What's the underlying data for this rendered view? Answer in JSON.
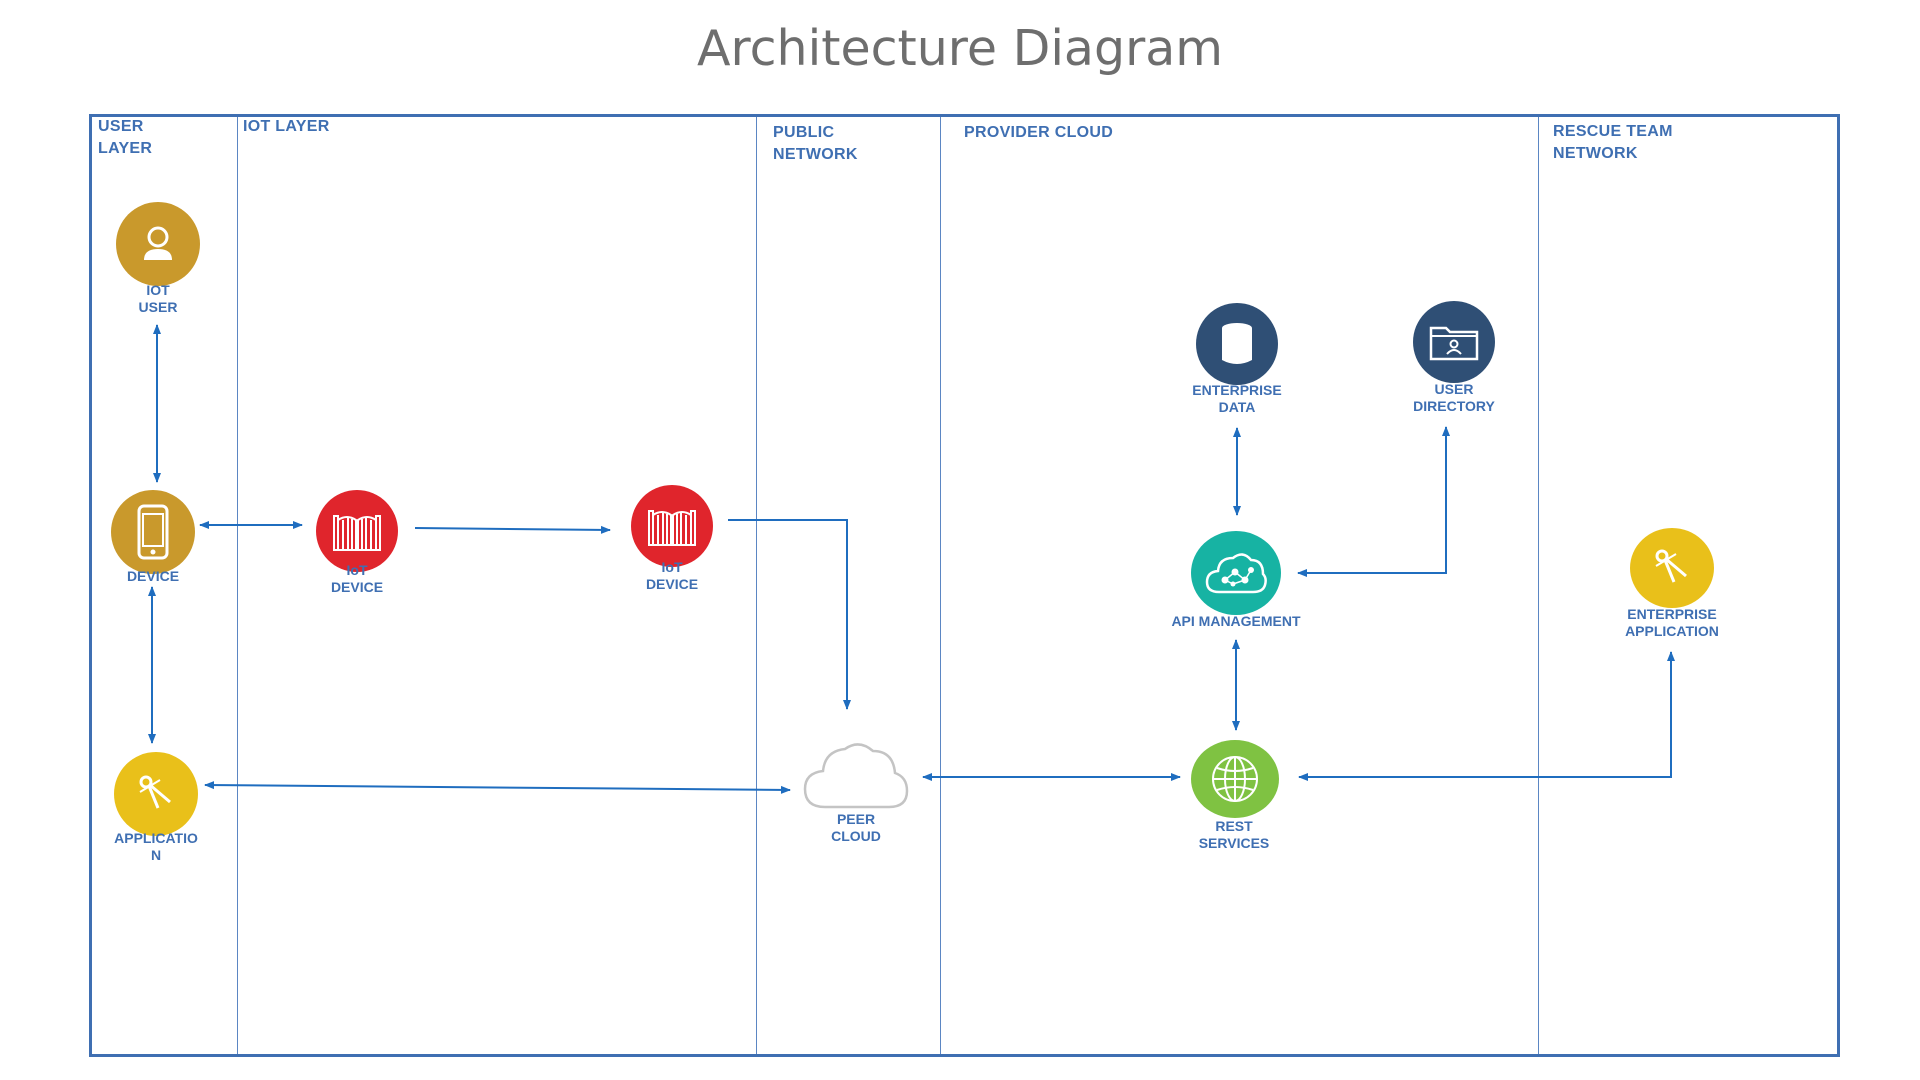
{
  "title": "Architecture Diagram",
  "colors": {
    "frame": "#3f6fb2",
    "arrow": "#1f6dbf",
    "gold": "#c9992c",
    "red": "#e0252c",
    "teal": "#17b3a3",
    "green": "#7fc242",
    "yellow": "#e9c01a",
    "navy": "#2f4f75"
  },
  "lanes": [
    {
      "label_line1": "USER",
      "label_line2": "LAYER"
    },
    {
      "label_line1": "IOT LAYER",
      "label_line2": ""
    },
    {
      "label_line1": "PUBLIC",
      "label_line2": "NETWORK"
    },
    {
      "label_line1": "PROVIDER CLOUD",
      "label_line2": ""
    },
    {
      "label_line1": "RESCUE TEAM",
      "label_line2": "NETWORK"
    }
  ],
  "nodes": {
    "iot_user": {
      "icon": "user-icon",
      "line1": "IOT",
      "line2": "USER"
    },
    "device": {
      "icon": "smartphone-icon",
      "line1": "DEVICE",
      "line2": ""
    },
    "application": {
      "icon": "compass-tool-icon",
      "line1": "APPLICATIO",
      "line2": "N"
    },
    "iot_device_1": {
      "icon": "gate-icon",
      "line1": "IoT",
      "line2": "DEVICE"
    },
    "iot_device_2": {
      "icon": "gate-icon",
      "line1": "IoT",
      "line2": "DEVICE"
    },
    "peer_cloud": {
      "icon": "cloud-icon",
      "line1": "PEER",
      "line2": "CLOUD"
    },
    "enterprise_data": {
      "icon": "database-icon",
      "line1": "ENTERPRISE",
      "line2": "DATA"
    },
    "user_directory": {
      "icon": "folder-user-icon",
      "line1": "USER",
      "line2": "DIRECTORY"
    },
    "api_management": {
      "icon": "cloud-network-icon",
      "line1": "API MANAGEMENT",
      "line2": ""
    },
    "rest_services": {
      "icon": "globe-icon",
      "line1": "REST",
      "line2": "SERVICES"
    },
    "enterprise_application": {
      "icon": "compass-tool-icon",
      "line1": "ENTERPRISE",
      "line2": "APPLICATION"
    }
  }
}
